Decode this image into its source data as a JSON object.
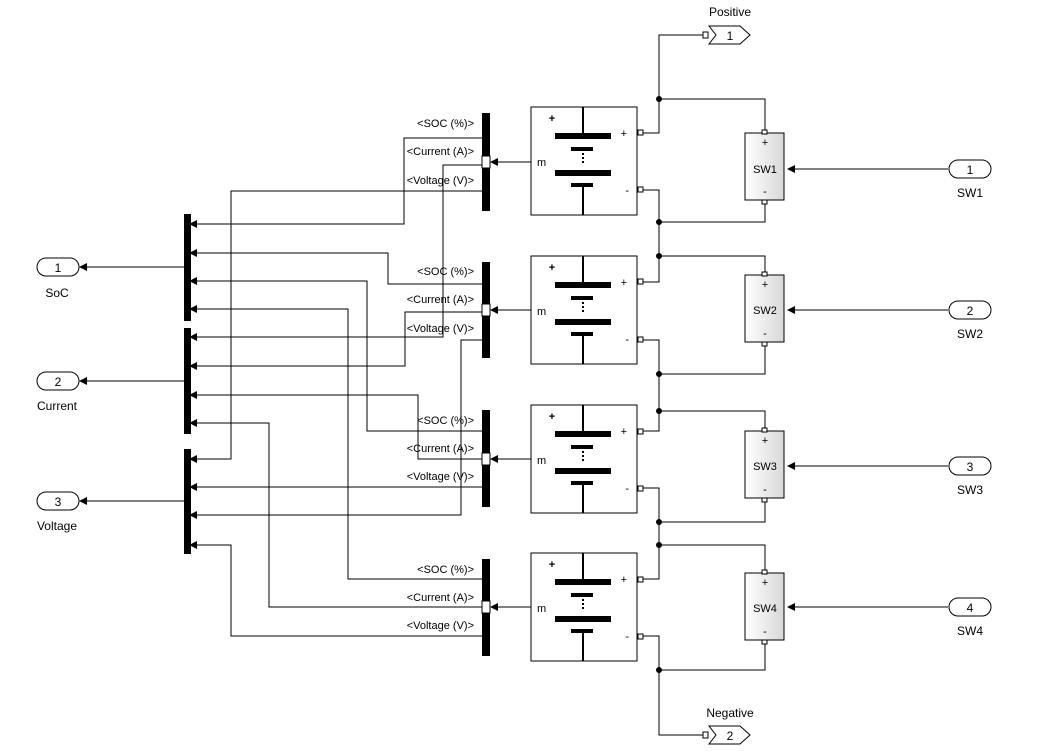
{
  "outports_left": [
    {
      "number": "1",
      "label": "SoC"
    },
    {
      "number": "2",
      "label": "Current"
    },
    {
      "number": "3",
      "label": "Voltage"
    }
  ],
  "outports_right": [
    {
      "number": "1",
      "label": "Positive"
    },
    {
      "number": "2",
      "label": "Negative"
    }
  ],
  "inports_right": [
    {
      "number": "1",
      "label": "SW1"
    },
    {
      "number": "2",
      "label": "SW2"
    },
    {
      "number": "3",
      "label": "SW3"
    },
    {
      "number": "4",
      "label": "SW4"
    }
  ],
  "switches": [
    {
      "name": "SW1",
      "plus": "+",
      "minus": "-"
    },
    {
      "name": "SW2",
      "plus": "+",
      "minus": "-"
    },
    {
      "name": "SW3",
      "plus": "+",
      "minus": "-"
    },
    {
      "name": "SW4",
      "plus": "+",
      "minus": "-"
    }
  ],
  "batteries": [
    {
      "measure_port": "m",
      "plus": "+",
      "minus": "-"
    },
    {
      "measure_port": "m",
      "plus": "+",
      "minus": "-"
    },
    {
      "measure_port": "m",
      "plus": "+",
      "minus": "-"
    },
    {
      "measure_port": "m",
      "plus": "+",
      "minus": "-"
    }
  ],
  "bus_signals": [
    "<SOC (%)>",
    "<Current (A)>",
    "<Voltage (V)>"
  ]
}
